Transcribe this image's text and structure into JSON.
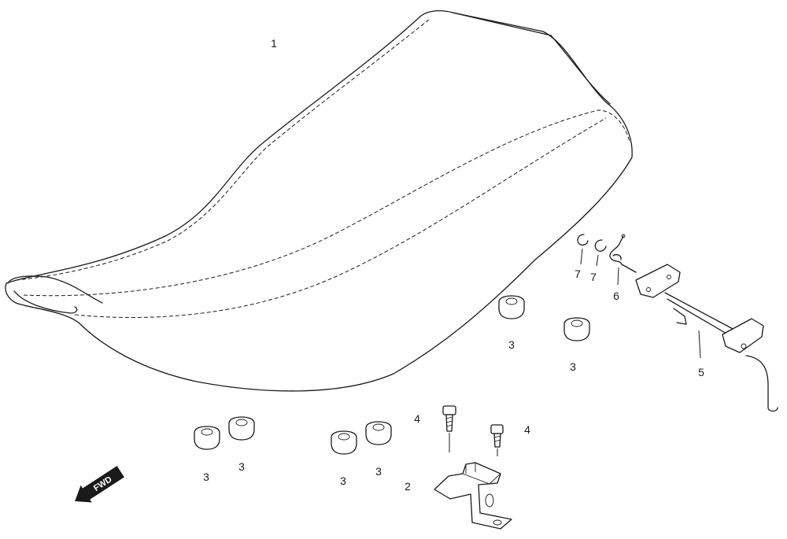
{
  "callouts": {
    "seat": "1",
    "bracket": "2",
    "cushion_a": "3",
    "cushion_b": "3",
    "cushion_c": "3",
    "cushion_d": "3",
    "cushion_e": "3",
    "cushion_f": "3",
    "bolt_a": "4",
    "bolt_b": "4",
    "lock_lever": "5",
    "spring": "6",
    "clip_a": "7",
    "clip_b": "7"
  },
  "direction_arrow": {
    "text": "FWD"
  }
}
